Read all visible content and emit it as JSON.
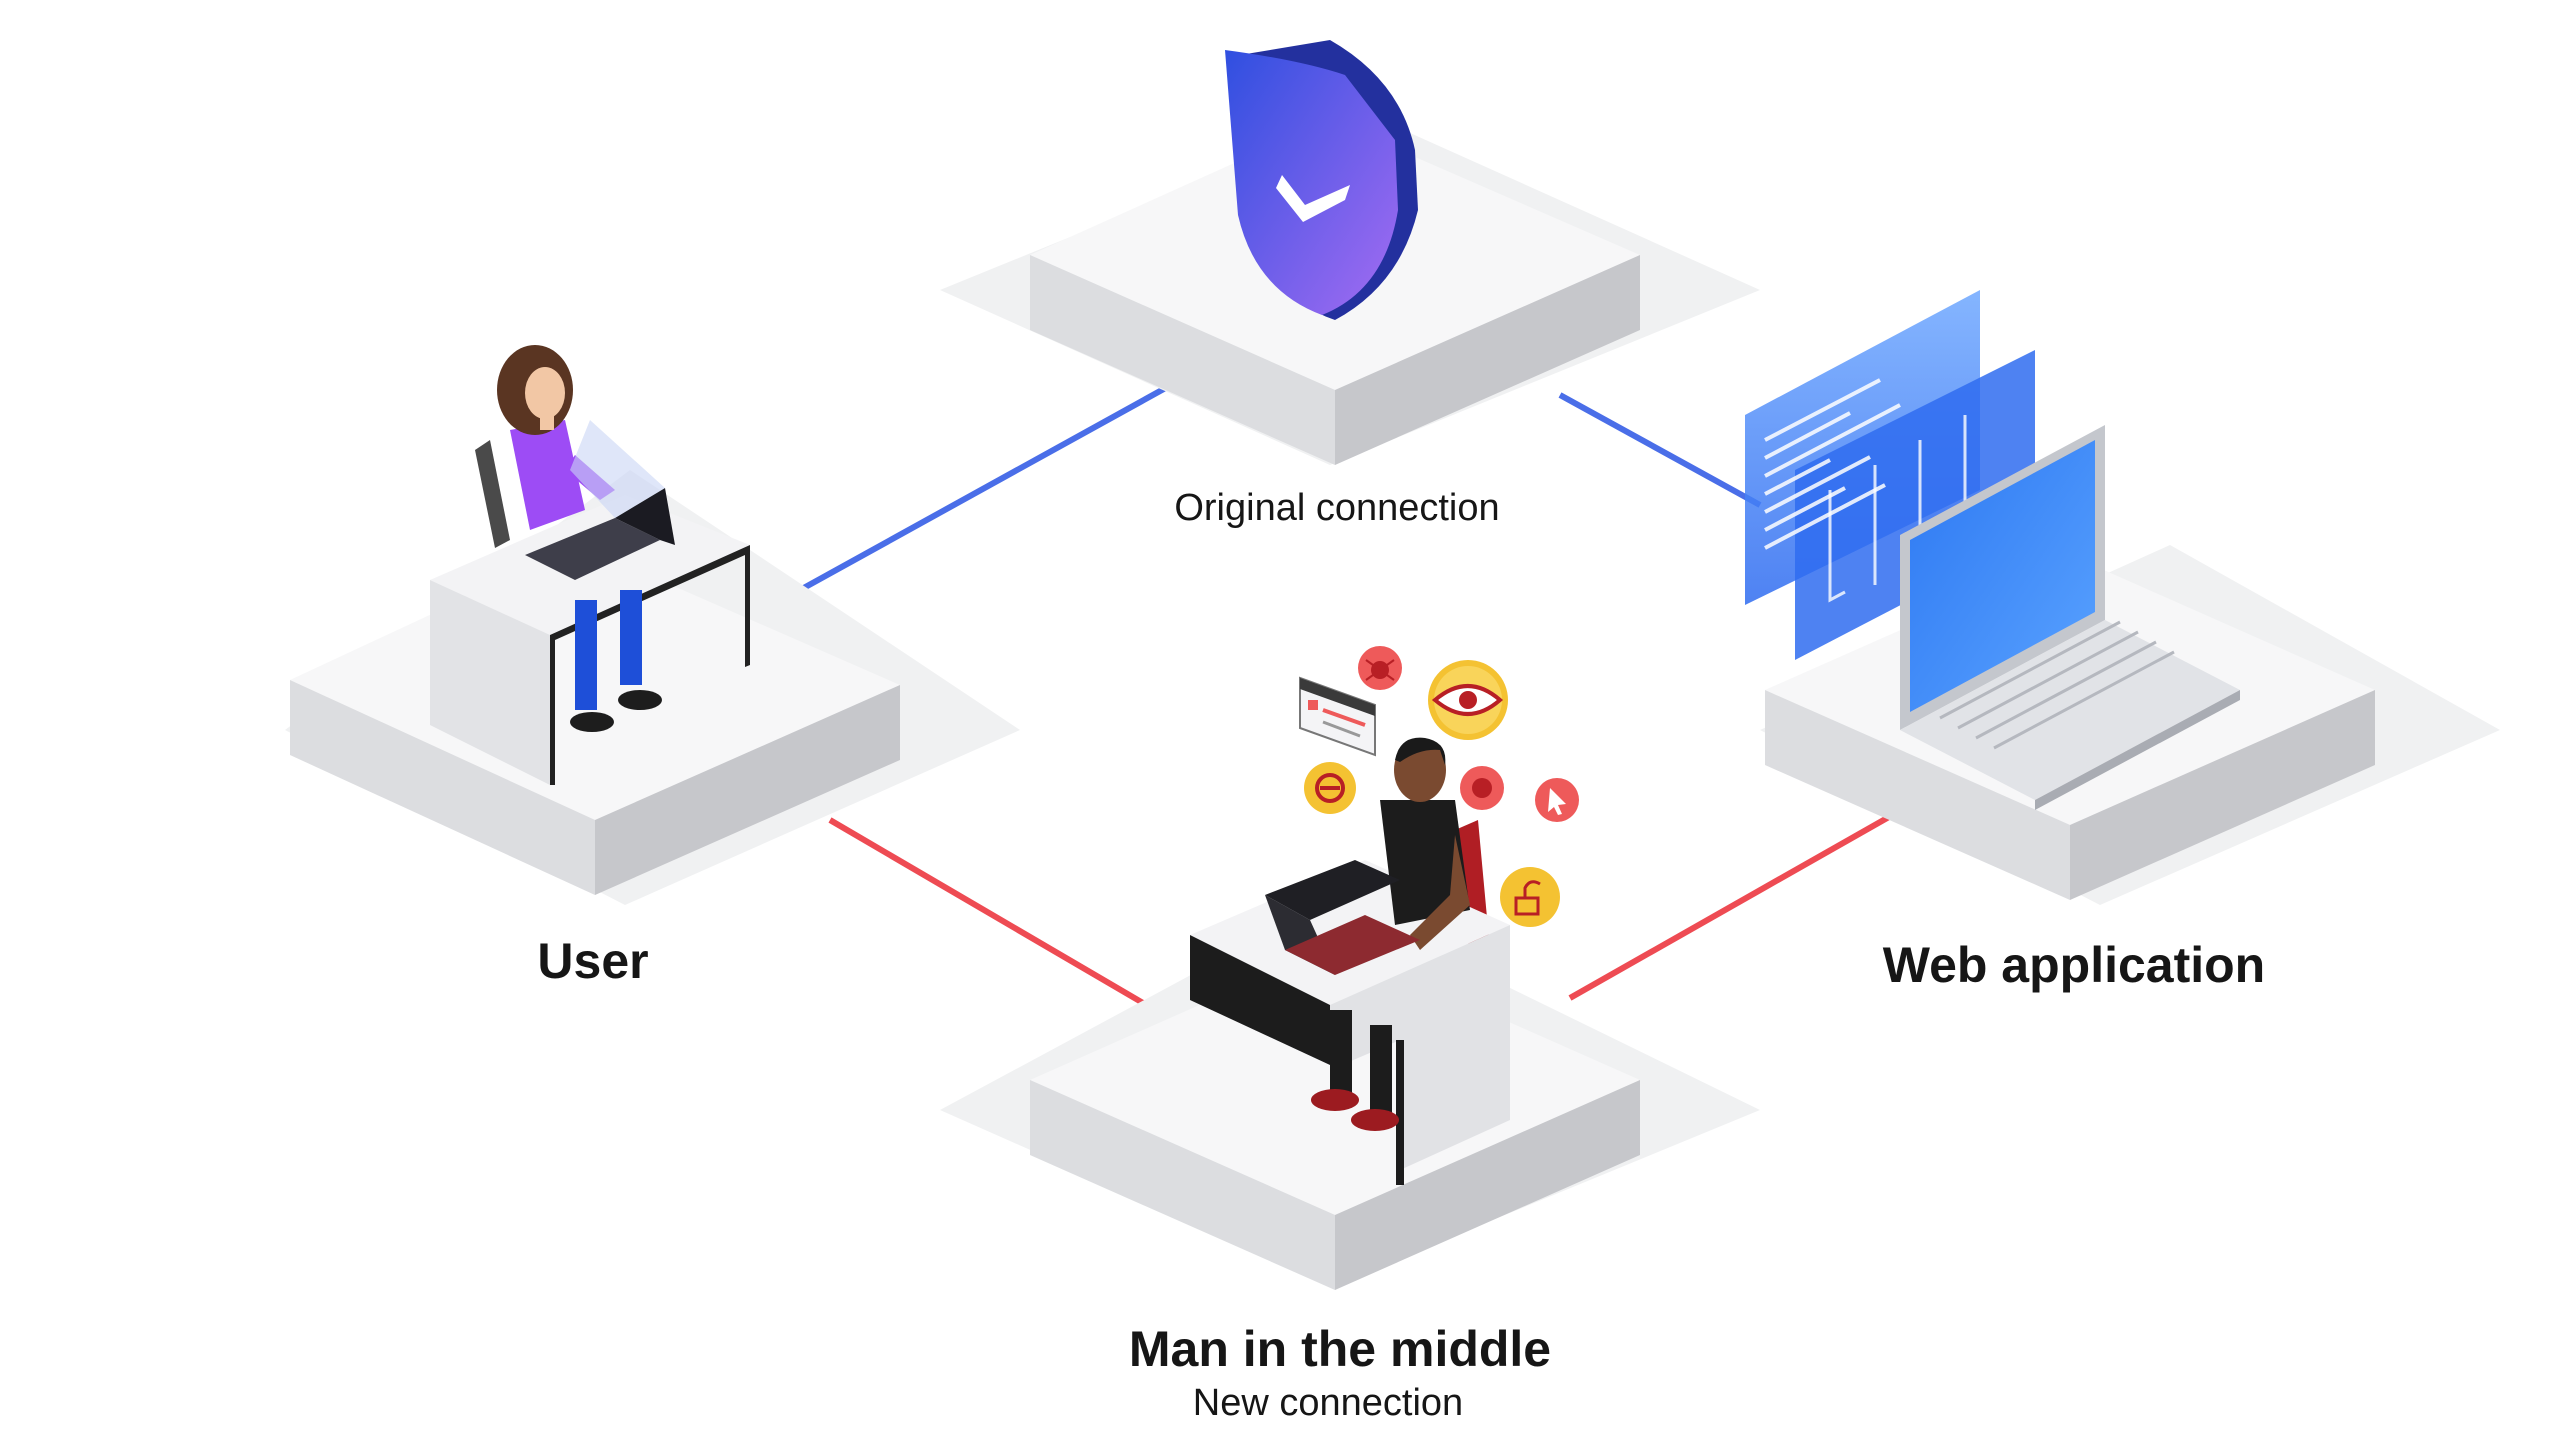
{
  "nodes": {
    "user": {
      "label": "User"
    },
    "web_application": {
      "label": "Web application"
    },
    "man_in_the_middle": {
      "label": "Man in the middle",
      "sublabel": "New connection"
    },
    "security": {
      "label": "Original connection"
    }
  },
  "connections": [
    {
      "from": "user",
      "to": "security",
      "kind": "original"
    },
    {
      "from": "security",
      "to": "web_application",
      "kind": "original"
    },
    {
      "from": "user",
      "to": "man_in_the_middle",
      "kind": "new"
    },
    {
      "from": "man_in_the_middle",
      "to": "web_application",
      "kind": "new"
    }
  ],
  "colors": {
    "original_connection": "#4a6ee8",
    "new_connection": "#ee4b53",
    "platform_top": "#f7f7f8",
    "platform_side_light": "#dcdde0",
    "platform_side_dark": "#c6c7cb",
    "platform_shadow": "#f0f1f2",
    "shield": "#5b5df2",
    "threat_red": "#ee5a5a",
    "threat_yellow": "#f4c232",
    "user_shirt": "#9d4cf5",
    "user_pants": "#1e4fd8",
    "attacker_shirt": "#1c1c1c",
    "screen_blue": "#3d7ff0",
    "text": "#161616"
  },
  "icons": [
    "shield-check-icon",
    "warning-window-icon",
    "bug-icon",
    "eye-icon",
    "block-icon",
    "alert-icon",
    "cursor-icon",
    "unlock-icon"
  ]
}
